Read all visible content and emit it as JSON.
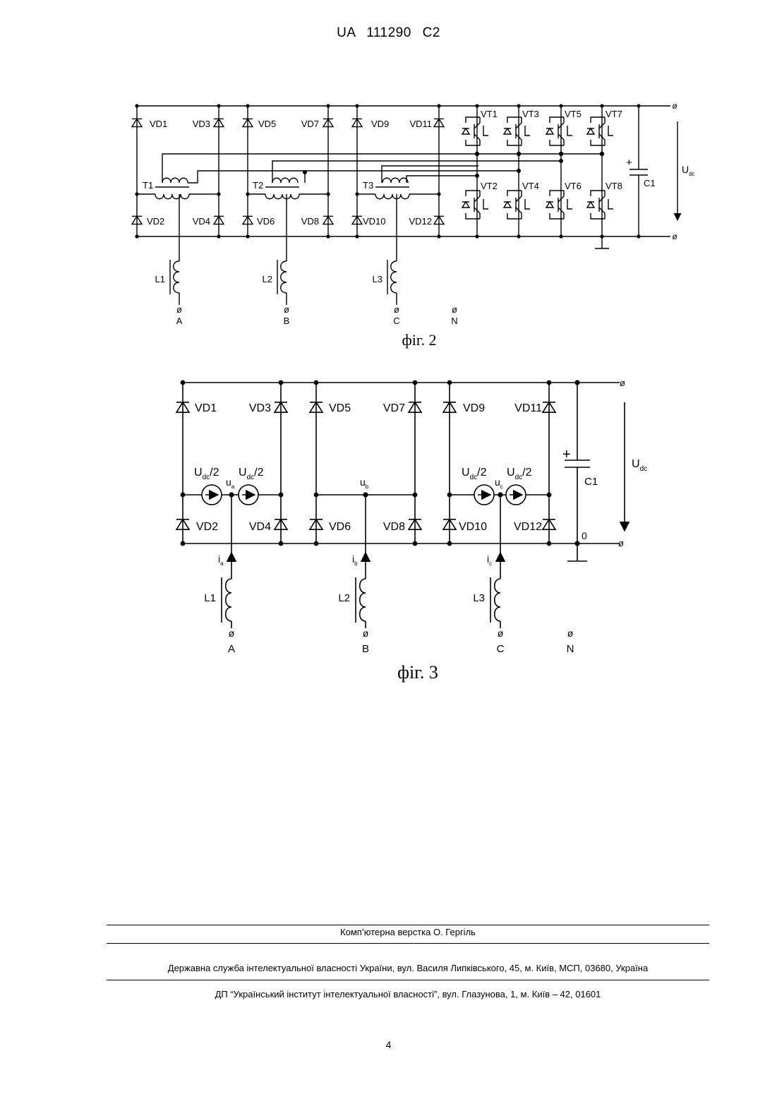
{
  "header": {
    "patent_number": "UA  111290  C2"
  },
  "fig2": {
    "caption": "фіг. 2",
    "diodes": [
      "VD1",
      "VD2",
      "VD3",
      "VD4",
      "VD5",
      "VD6",
      "VD7",
      "VD8",
      "VD9",
      "VD10",
      "VD11",
      "VD12"
    ],
    "transformers": [
      "T1",
      "T2",
      "T3"
    ],
    "transistors": [
      "VT1",
      "VT2",
      "VT3",
      "VT4",
      "VT5",
      "VT6",
      "VT7",
      "VT8"
    ],
    "capacitor": "C1",
    "voltage": {
      "main": "U",
      "sub": "dc"
    },
    "inductors": [
      "L1",
      "L2",
      "L3"
    ],
    "terminals": [
      "A",
      "B",
      "C",
      "N"
    ],
    "terminal_symbol": "ø"
  },
  "fig3": {
    "caption": "фіг. 3",
    "diodes": [
      "VD1",
      "VD2",
      "VD3",
      "VD4",
      "VD5",
      "VD6",
      "VD7",
      "VD8",
      "VD9",
      "VD10",
      "VD11",
      "VD12"
    ],
    "sources": [
      {
        "main": "U",
        "sub": "dc",
        "tail": "/2"
      }
    ],
    "node_voltages": [
      {
        "main": "u",
        "sub": "a"
      },
      {
        "main": "u",
        "sub": "b"
      },
      {
        "main": "u",
        "sub": "c"
      }
    ],
    "currents": [
      {
        "main": "i",
        "sub": "a"
      },
      {
        "main": "i",
        "sub": "b"
      },
      {
        "main": "i",
        "sub": "c"
      }
    ],
    "capacitor": "C1",
    "voltage": {
      "main": "U",
      "sub": "dc"
    },
    "zero_label": "0",
    "plus": "+",
    "inductors": [
      "L1",
      "L2",
      "L3"
    ],
    "terminals": [
      "A",
      "B",
      "C",
      "N"
    ],
    "terminal_symbol": "ø"
  },
  "footer": {
    "layout_credit": "Комп’ютерна верстка О. Гергіль",
    "office_address": "Державна служба інтелектуальної власності України, вул. Василя Липківського, 45, м. Київ, МСП, 03680, Україна",
    "institute_address": "ДП “Український інститут інтелектуальної власності”, вул. Глазунова, 1, м. Київ – 42, 01601"
  },
  "page_number": "4"
}
